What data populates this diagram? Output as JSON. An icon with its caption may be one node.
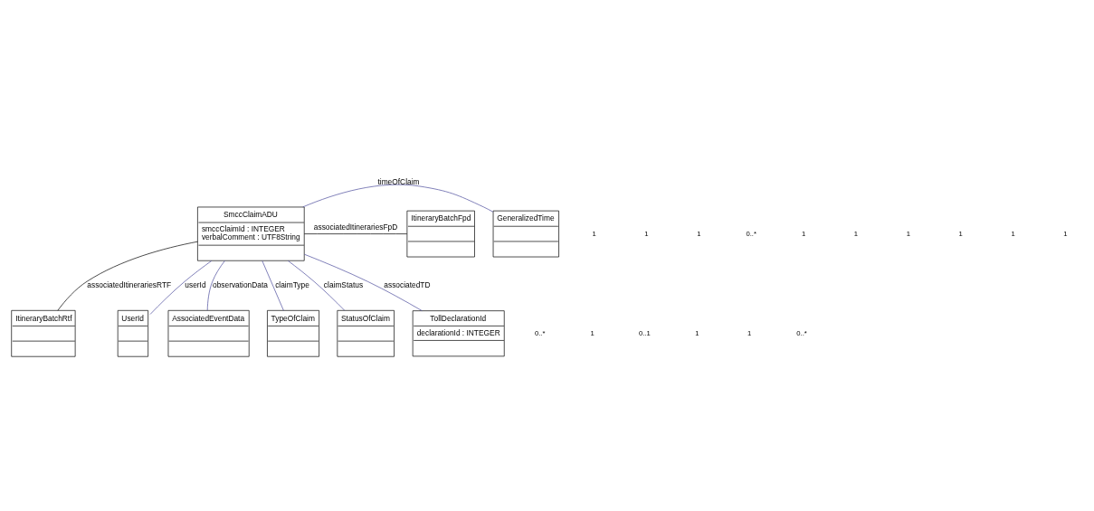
{
  "diagram": {
    "nodes": [
      {
        "text": [
          "SmccClaimADU",
          "smccClaimId : INTEGER",
          "verbalComment : UTF8String"
        ]
      },
      {
        "text": [
          "GeneralizedTime"
        ]
      },
      {
        "text": [
          "ItineraryBatchFpd"
        ]
      },
      {
        "text": [
          "ItineraryBatchRtf"
        ]
      },
      {
        "text": [
          "UserId"
        ]
      },
      {
        "text": [
          "AssociatedEventData"
        ]
      },
      {
        "text": [
          "TypeOfClaim"
        ]
      },
      {
        "text": [
          "StatusOfClaim"
        ]
      },
      {
        "text": [
          "TollDeclarationId",
          "declarationId : INTEGER"
        ]
      }
    ],
    "edges": [
      {
        "from": 0,
        "to": 1,
        "arrow": "none",
        "label": "timeOfClaim"
      },
      {
        "from": 0,
        "to": 2,
        "arrow": "none",
        "label": "associatedItinerariesFpD",
        "color": "#000000"
      },
      {
        "from": 0,
        "to": 3,
        "arrow": "none",
        "label": "associatedItinerariesRTF",
        "color": "#000000"
      },
      {
        "from": 0,
        "to": 4,
        "arrow": "none",
        "label": "userId"
      },
      {
        "from": 0,
        "to": 6,
        "arrow": "none",
        "label": "claimType"
      },
      {
        "from": 0,
        "to": 7,
        "arrow": "none",
        "label": "claimStatus"
      },
      {
        "from": 0,
        "to": 8,
        "arrow": "none",
        "label": "associatedTD"
      },
      {
        "from": 0,
        "to": 5,
        "arrow": "none",
        "label": "observationData"
      }
    ],
    "labels": [
      "1",
      "1",
      "1",
      "0..*",
      "1",
      "1",
      "1",
      "1",
      "0..*",
      "1",
      "1",
      "1",
      "0..1",
      "1",
      "1",
      "0..*"
    ]
  }
}
